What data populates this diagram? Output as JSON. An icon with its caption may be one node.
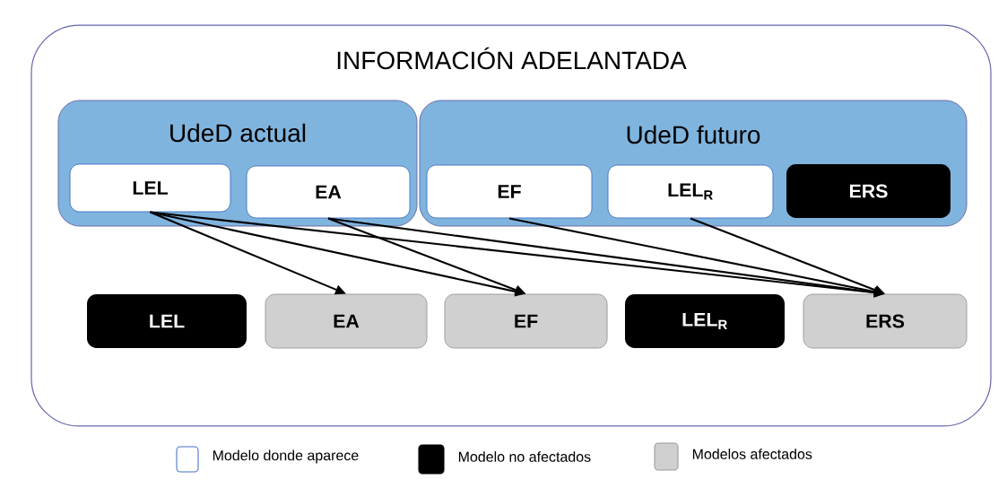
{
  "diagram": {
    "nodes": [
      {
        "text": [
          "INFORMACIÓN ADELANTADA"
        ]
      },
      {
        "text": [
          "UdeD actual"
        ],
        "in": 0
      },
      {
        "text": [
          "LEL"
        ],
        "in": 1
      },
      {
        "text": [
          "EA"
        ],
        "in": 1
      },
      {
        "text": [
          "UdeD futuro"
        ],
        "in": 0
      },
      {
        "text": [
          "EF"
        ],
        "in": 4
      },
      {
        "text": [
          "LEL$_{R}$"
        ],
        "in": 4
      },
      {
        "text": [
          "ERS"
        ],
        "in": 4
      },
      {
        "text": [
          "LEL"
        ],
        "in": 0
      },
      {
        "text": [
          "EA"
        ],
        "in": 0
      },
      {
        "text": [
          "EF"
        ],
        "in": 0
      },
      {
        "text": [
          "LEL$_{R}$"
        ],
        "in": 0
      },
      {
        "text": [
          "ERS"
        ],
        "in": 0
      }
    ],
    "edges": [
      {
        "from": 2,
        "to": 9,
        "arrow": "to"
      },
      {
        "from": 2,
        "to": 10,
        "arrow": "to"
      },
      {
        "from": 2,
        "to": 12,
        "arrow": "to"
      },
      {
        "from": 3,
        "to": 10,
        "arrow": "to"
      },
      {
        "from": 3,
        "to": 12,
        "arrow": "to"
      },
      {
        "from": 5,
        "to": 12,
        "arrow": "to"
      },
      {
        "from": 6,
        "to": 12,
        "arrow": "to"
      }
    ],
    "legend": [
      {
        "text": "Modelo donde aparece"
      },
      {
        "text": "Modelo no afectados",
        "color": "#000000"
      },
      {
        "text": "Modelos afectados",
        "color": "#d0d0d0"
      }
    ]
  }
}
